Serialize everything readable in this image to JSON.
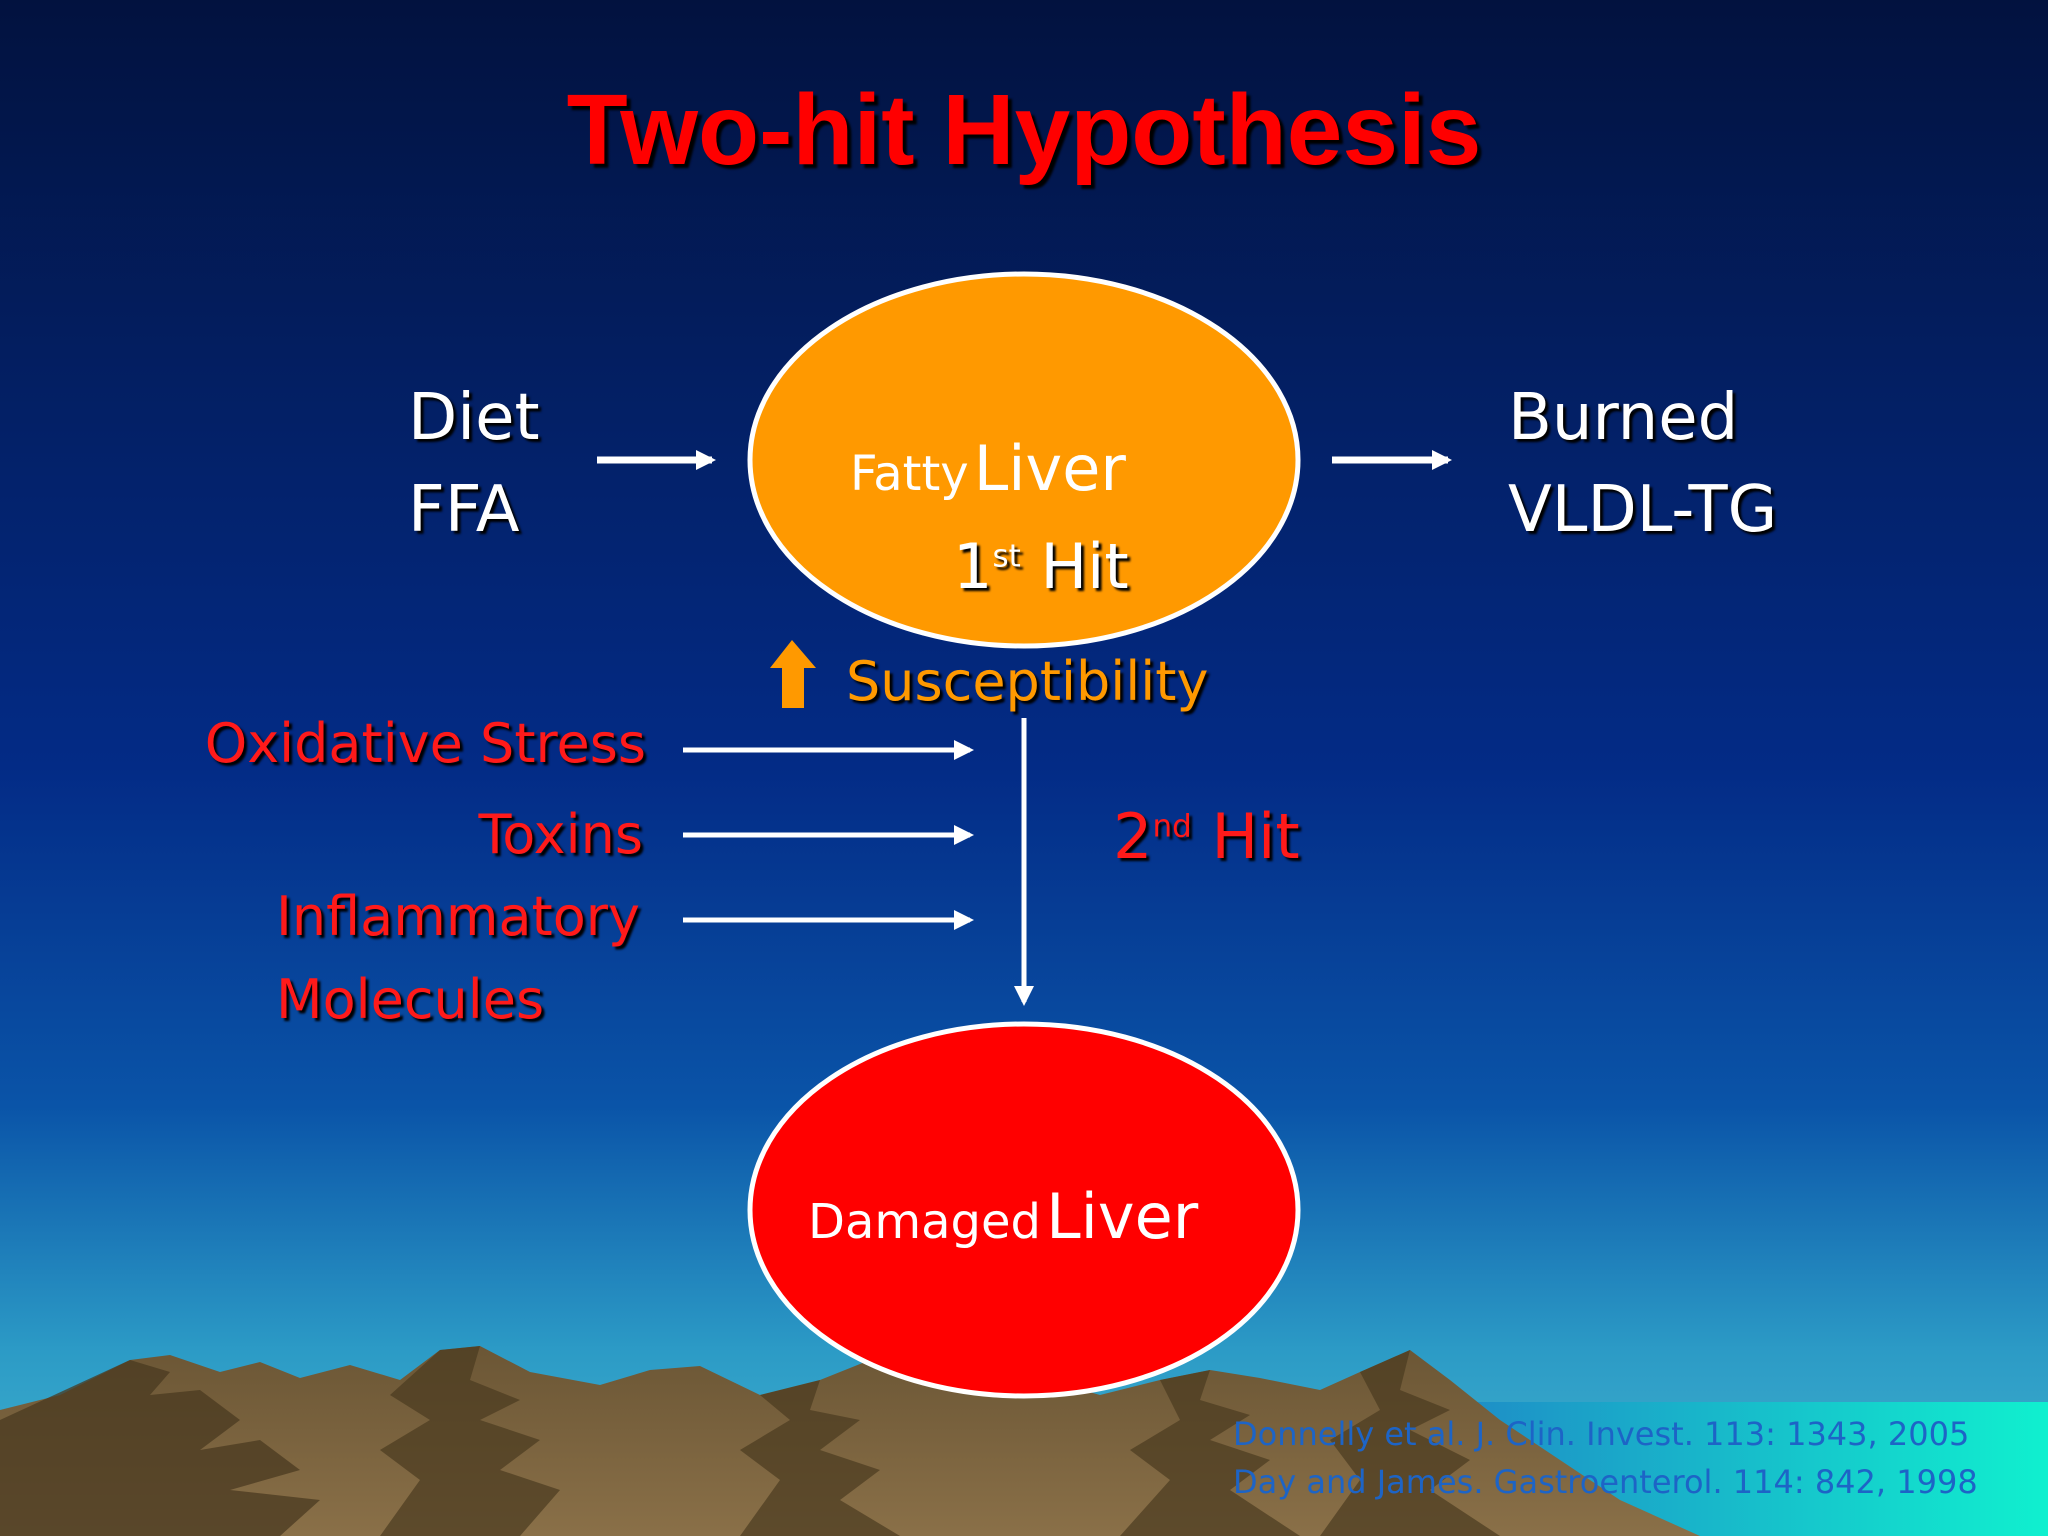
{
  "title": "Two-hit Hypothesis",
  "inputs": {
    "line1": "Diet",
    "line2": "FFA"
  },
  "outputs": {
    "line1": "Burned",
    "line2": "VLDL-TG"
  },
  "fatty_liver": {
    "prefix": "Fatty",
    "main": "Liver"
  },
  "first_hit": {
    "number": "1",
    "suffix": "st",
    "word": "Hit"
  },
  "susceptibility": "Susceptibility",
  "factors": [
    "Oxidative Stress",
    "Toxins",
    "Inflammatory",
    "Molecules"
  ],
  "second_hit": {
    "number": "2",
    "suffix": "nd",
    "word": "Hit"
  },
  "damaged_liver": {
    "prefix": "Damaged",
    "main": "Liver"
  },
  "citations": [
    "Donnelly et al. J. Clin. Invest. 113: 1343, 2005",
    "Day and James. Gastroenterol. 114: 842, 1998"
  ],
  "colors": {
    "title": "#ff0000",
    "fatty_liver_fill": "#ff9900",
    "damaged_liver_fill": "#ff0000",
    "susceptibility": "#ff9900",
    "factor_text": "#ff1a1a",
    "arrows": "#ffffff"
  }
}
